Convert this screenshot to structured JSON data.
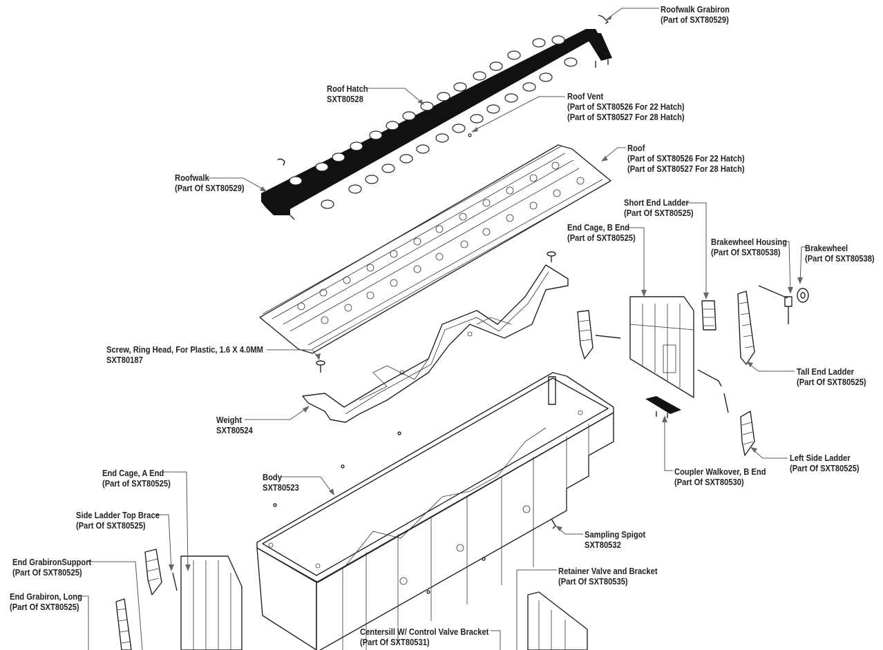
{
  "callouts": [
    {
      "id": "roofwalk-grabiron",
      "name": "Roofwalk Grabiron",
      "part": "(Part of SXT80529)"
    },
    {
      "id": "roof-hatch",
      "name": "Roof Hatch",
      "part": "SXT80528"
    },
    {
      "id": "roof-vent",
      "name": "Roof Vent",
      "part": "(Part of SXT80526 For 22 Hatch)",
      "part2": "(Part of SXT80527 For 28 Hatch)"
    },
    {
      "id": "roof",
      "name": "Roof",
      "part": "(Part of SXT80526 For 22 Hatch)",
      "part2": "(Part of SXT80527 For 28 Hatch)"
    },
    {
      "id": "roofwalk",
      "name": "Roofwalk",
      "part": "(Part Of SXT80529)"
    },
    {
      "id": "short-end-ladder",
      "name": "Short End Ladder",
      "part": "(Part Of SXT80525)"
    },
    {
      "id": "end-cage-b",
      "name": "End Cage, B End",
      "part": "(Part of SXT80525)"
    },
    {
      "id": "brakewheel-housing",
      "name": "Brakewheel Housing",
      "part": "(Part Of SXT80538)"
    },
    {
      "id": "brakewheel",
      "name": "Brakewheel",
      "part": "(Part Of SXT80538)"
    },
    {
      "id": "screw",
      "name": "Screw, Ring Head, For Plastic, 1.6 X 4.0MM",
      "part": "SXT80187"
    },
    {
      "id": "tall-end-ladder",
      "name": "Tall End Ladder",
      "part": "(Part Of SXT80525)"
    },
    {
      "id": "weight",
      "name": "Weight",
      "part": "SXT80524"
    },
    {
      "id": "left-side-ladder",
      "name": "Left Side Ladder",
      "part": "(Part Of SXT80525)"
    },
    {
      "id": "end-cage-a",
      "name": "End Cage, A End",
      "part": "(Part of SXT80525)"
    },
    {
      "id": "coupler-walkover",
      "name": "Coupler Walkover, B End",
      "part": "(Part Of SXT80530)"
    },
    {
      "id": "body",
      "name": "Body",
      "part": "SXT80523"
    },
    {
      "id": "side-ladder-top-brace",
      "name": "Side Ladder Top Brace",
      "part": "(Part Of SXT80525)"
    },
    {
      "id": "sampling-spigot",
      "name": "Sampling Spigot",
      "part": "SXT80532"
    },
    {
      "id": "end-grabiron-support",
      "name": "End GrabironSupport",
      "part": "(Part Of SXT80525)"
    },
    {
      "id": "retainer-valve",
      "name": "Retainer Valve and Bracket",
      "part": "(Part Of SXT80535)"
    },
    {
      "id": "end-grabiron-long",
      "name": "End Grabiron, Long",
      "part": "(Part Of SXT80525)"
    },
    {
      "id": "centersill",
      "name": "Centersill W/ Control Valve Bracket",
      "part": "(Part Of SXT80531)"
    }
  ]
}
